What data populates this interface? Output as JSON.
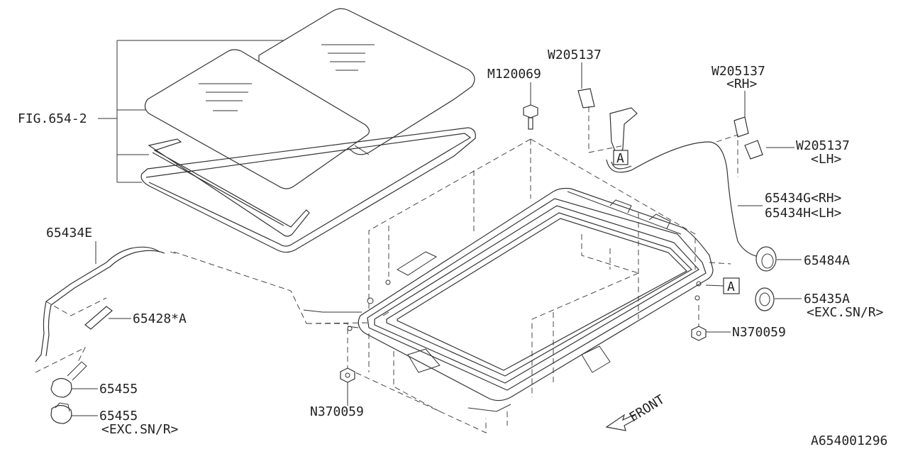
{
  "diagram_id": "A654001296",
  "labels": {
    "fig_ref": "FIG.654-2",
    "m120069": "M120069",
    "w205137_a": "W205137",
    "w205137_b": "W205137",
    "rh": "<RH>",
    "w205137_c": "W205137",
    "lh": "<LH>",
    "p65434g": "65434G<RH>",
    "p65434h": "65434H<LH>",
    "p65484a": "65484A",
    "p65435a": "65435A",
    "exc_sn_r_1": "<EXC.SN/R>",
    "n370059_r": "N370059",
    "n370059_b": "N370059",
    "p65434e": "65434E",
    "p65428a": "65428*A",
    "p65455_a": "65455",
    "p65455_b": "65455",
    "exc_sn_r_2": "<EXC.SN/R>",
    "front": "FRONT",
    "ref_a_1": "A",
    "ref_a_2": "A"
  }
}
